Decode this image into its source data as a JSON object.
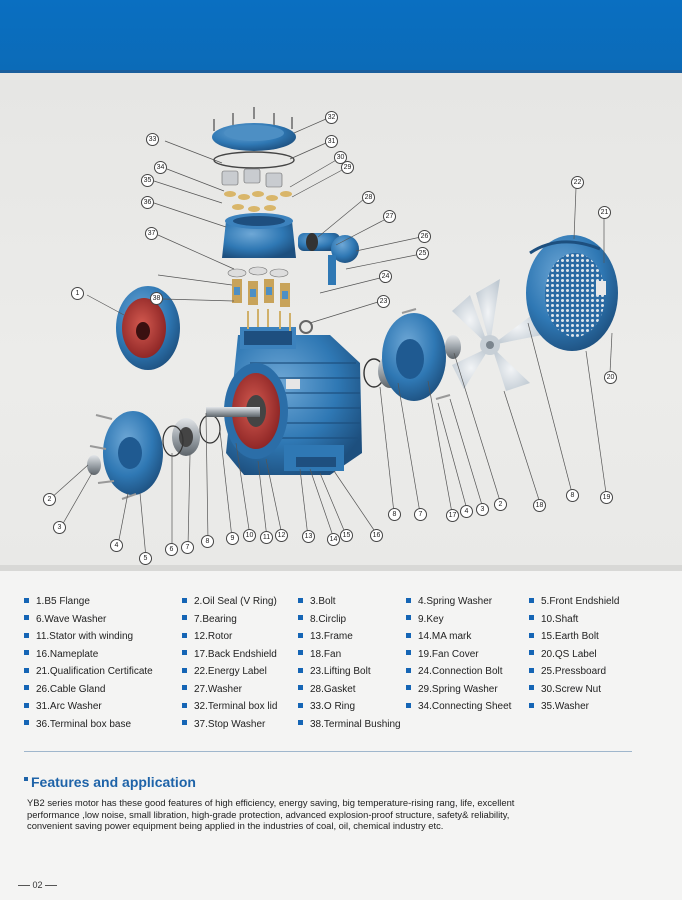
{
  "callouts": [
    "1",
    "2",
    "3",
    "4",
    "5",
    "6",
    "7",
    "8",
    "9",
    "10",
    "11",
    "12",
    "13",
    "14",
    "15",
    "16",
    "17",
    "18",
    "19",
    "20",
    "21",
    "22",
    "23",
    "24",
    "25",
    "26",
    "27",
    "28",
    "29",
    "30",
    "31",
    "32",
    "33",
    "34",
    "35",
    "36",
    "37",
    "38",
    "8",
    "2",
    "4",
    "3",
    "7",
    "8"
  ],
  "legend": [
    [
      "1.B5 Flange",
      "2.Oil Seal (V Ring)",
      "3.Bolt",
      "4.Spring Washer",
      "5.Front Endshield"
    ],
    [
      "6.Wave Washer",
      "7.Bearing",
      "8.Circlip",
      "9.Key",
      "10.Shaft"
    ],
    [
      "11.Stator with winding",
      "12.Rotor",
      "13.Frame",
      "14.MA mark",
      "15.Earth Bolt"
    ],
    [
      "16.Nameplate",
      "17.Back Endshield",
      "18.Fan",
      "19.Fan Cover",
      "20.QS Label"
    ],
    [
      "21.Qualification Certificate",
      "22.Energy Label",
      "23.Lifting Bolt",
      "24.Connection Bolt",
      "25.Pressboard"
    ],
    [
      "26.Cable Gland",
      "27.Washer",
      "28.Gasket",
      "29.Spring Washer",
      "30.Screw Nut"
    ],
    [
      "31.Arc Washer",
      "32.Terminal box lid",
      "33.O Ring",
      "34.Connecting Sheet",
      "35.Washer"
    ],
    [
      "36.Terminal box base",
      "37.Stop Washer",
      "38.Terminal Bushing",
      "",
      ""
    ]
  ],
  "features": {
    "title": "Features and application",
    "lines": [
      "YB2 series motor has these good features of high efficiency, energy saving, big temperature-rising rang, life, excellent",
      "performance ,low noise, small libration, high-grade protection, advanced  explosion-proof structure, safety& reliability,",
      " convenient saving power equipment being applied in the industries of coal, oil, chemical industry etc."
    ]
  },
  "page_number": "02",
  "colors": {
    "brand_blue": "#0b6bb8",
    "motor_blue": "#2f78b4",
    "accent_red": "#b03030"
  }
}
